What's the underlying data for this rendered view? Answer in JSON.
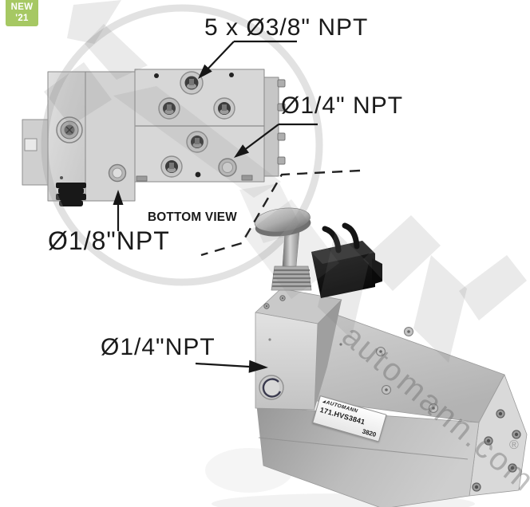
{
  "badge": {
    "line1": "NEW",
    "line2": "'21"
  },
  "annotations": {
    "top_ports": "5 x Ø3/8\" NPT",
    "side_port": "Ø1/4\" NPT",
    "view_label": "BOTTOM VIEW",
    "exhaust_port": "Ø1/8\"NPT",
    "supply_port": "Ø1/4\"NPT"
  },
  "product_label": {
    "brand": "AUTOMANN",
    "part_number": "171.HVS3841",
    "date_code": "3820"
  },
  "watermark": {
    "site": "automann.com",
    "registered_mark": "®"
  },
  "colors": {
    "badge_green": "#a6c863",
    "annotation_ink": "#1a1a1a",
    "metal_light": "#d8d8d8",
    "metal_mid": "#bdbdbd",
    "solenoid_black": "#161616"
  }
}
